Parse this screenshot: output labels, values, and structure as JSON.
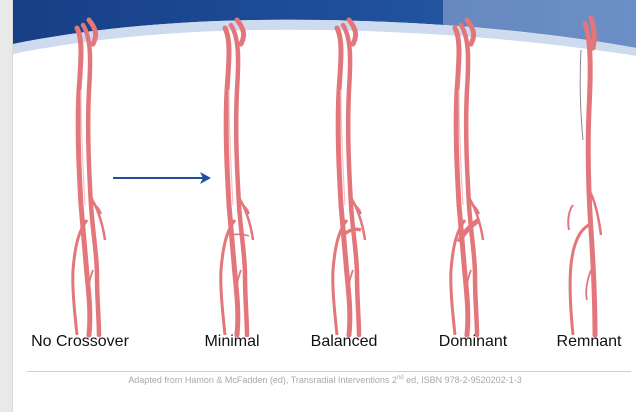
{
  "labels": [
    "No Crossover",
    "Minimal",
    "Balanced",
    "Dominant",
    "Remnant"
  ],
  "credit": {
    "pre": "Adapted from Hamon & McFadden (ed), Transradial Interventions 2",
    "sup": "nd",
    "post": " ed, ISBN 978-2-9520202-1-3"
  },
  "colors": {
    "banner_dark": "#1f4f9a",
    "banner_light": "#c9d7ec",
    "vessel": "#e3767b",
    "vessel_light": "#f2a9ab",
    "arrow": "#1f4f9a"
  },
  "icons": {
    "arrow": "right-arrow-icon"
  }
}
